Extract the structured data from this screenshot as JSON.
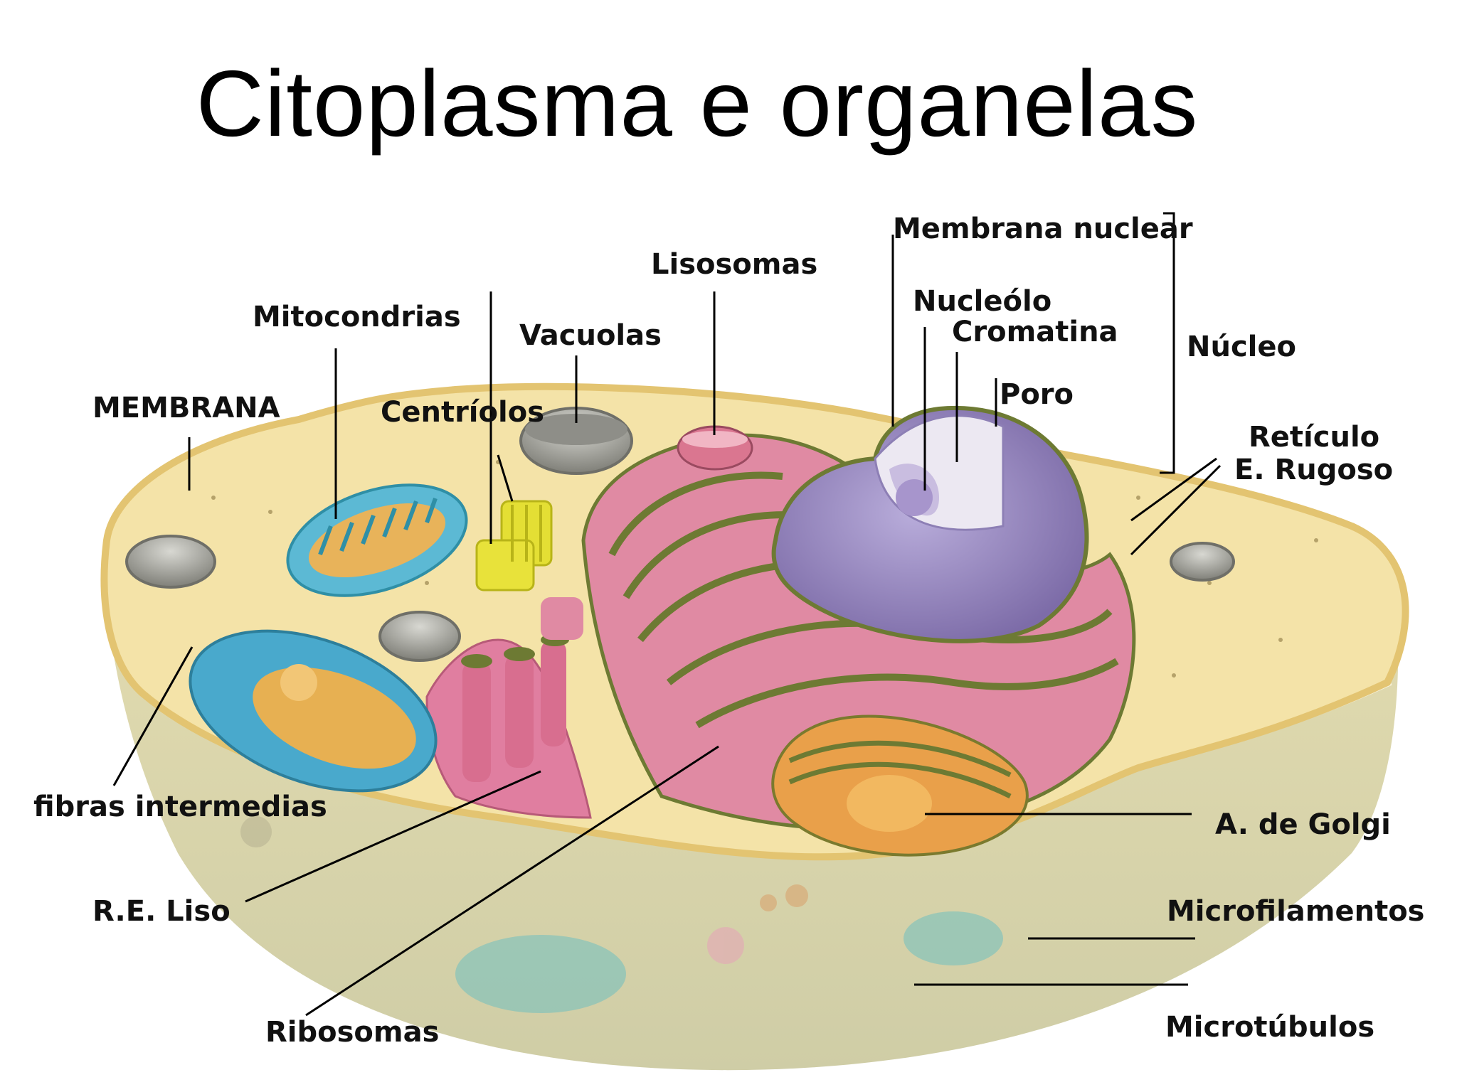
{
  "slide": {
    "title": "Citoplasma e organelas"
  },
  "diagram": {
    "labels": {
      "membrana_nuclear": "Membrana nuclear",
      "lisosomas": "Lisosomas",
      "nucleolo": "Nucleólo",
      "cromatina": "Cromatina",
      "nucleo": "Núcleo",
      "mitocondrias": "Mitocondrias",
      "vacuolas": "Vacuolas",
      "poro": "Poro",
      "membrana": "MEMBRANA",
      "centriolos": "Centríolos",
      "reticulo_l1": "Retículo",
      "reticulo_l2": "E. Rugoso",
      "fibras_intermedias": "fibras intermedias",
      "a_de_golgi": "A. de Golgi",
      "re_liso": "R.E. Liso",
      "microfilamentos": "Microfilamentos",
      "ribosomas": "Ribosomas",
      "microtubulos": "Microtúbulos"
    },
    "colors": {
      "cytoplasm_top": "#f3dc9a",
      "cell_body": "#d8d5a8",
      "membrane_rim": "#e9c975",
      "nucleus": "#8f7fb5",
      "nucleus_inner": "#e8e4f0",
      "er": "#de7a98",
      "er_outline": "#6b7a2e",
      "mitochondria": "#5cb6cf",
      "mitochondria_cristae": "#e3a94a",
      "golgi": "#e8a246",
      "centriole": "#e6e13a",
      "vacuole": "#9a9a94",
      "lysosome": "#d7708a"
    }
  }
}
